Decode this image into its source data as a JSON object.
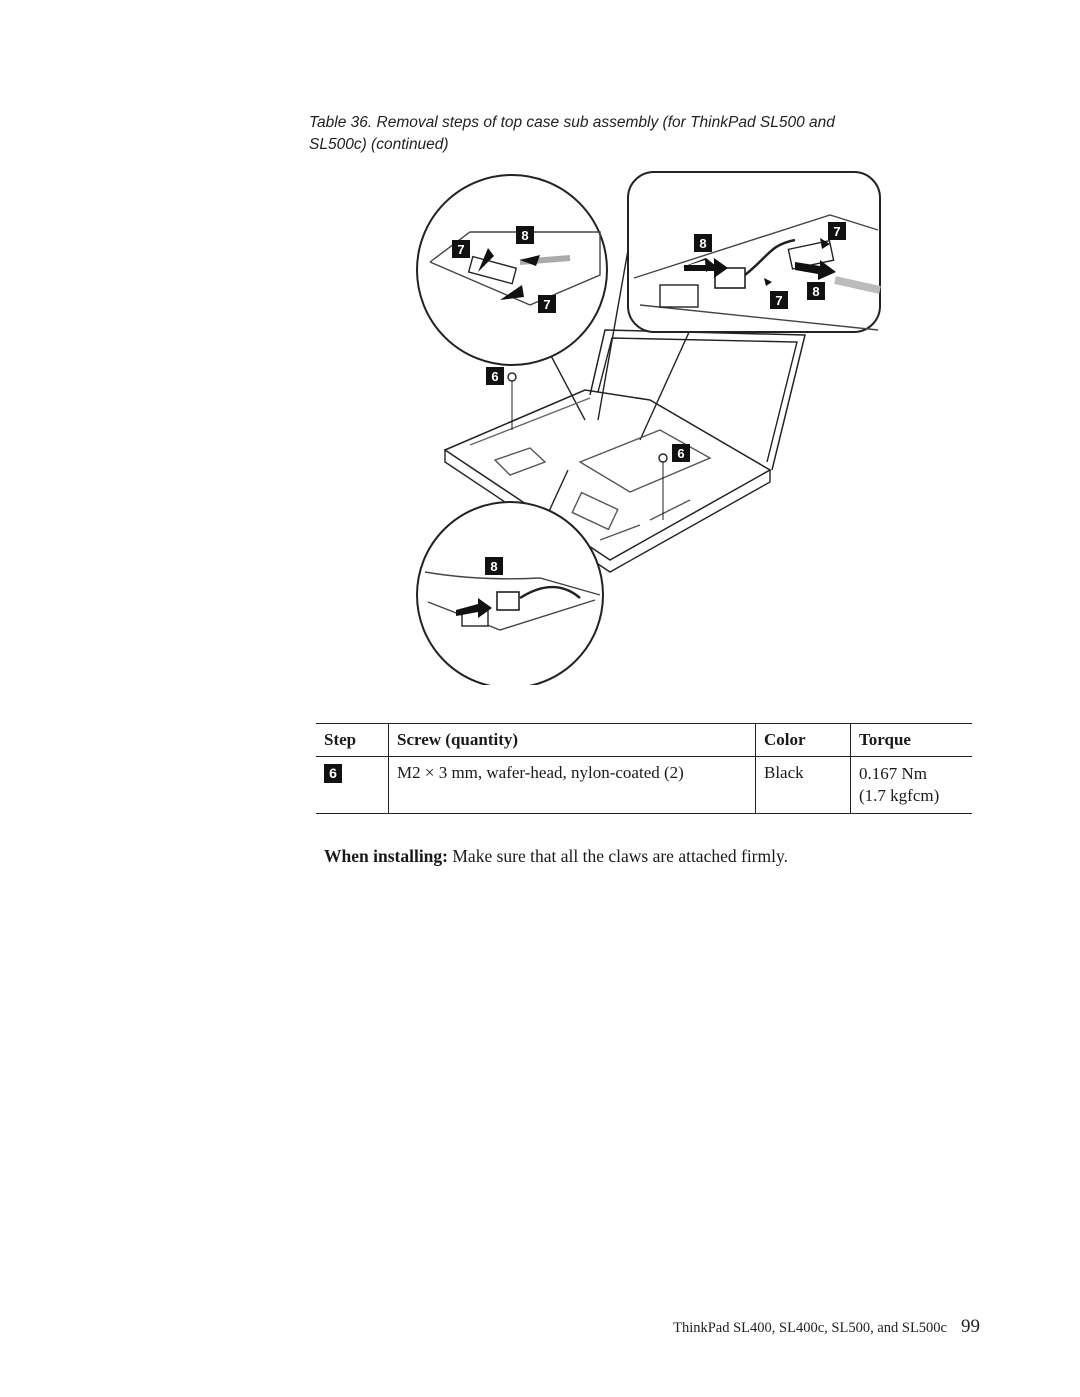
{
  "caption": {
    "line1": "Table 36. Removal steps of top case sub assembly (for ThinkPad SL500 and",
    "line2": "SL500c)  (continued)"
  },
  "figure": {
    "callouts": {
      "c8a": "8",
      "c7a": "7",
      "c7b": "7",
      "c8b": "8",
      "c7c": "7",
      "c7d": "7",
      "c8c": "8",
      "c6a": "6",
      "c6b": "6",
      "c8d": "8"
    }
  },
  "table": {
    "headers": {
      "step": "Step",
      "screw": "Screw (quantity)",
      "color": "Color",
      "torque": "Torque"
    },
    "rows": [
      {
        "step": "6",
        "screw": "M2 × 3 mm, wafer-head, nylon-coated (2)",
        "color": "Black",
        "torque1": "0.167 Nm",
        "torque2": "(1.7 kgfcm)"
      }
    ]
  },
  "install_note": {
    "label": "When installing:",
    "text": " Make sure that all the claws are attached firmly."
  },
  "footer": {
    "title": "ThinkPad SL400, SL400c, SL500, and SL500c",
    "page": "99"
  }
}
